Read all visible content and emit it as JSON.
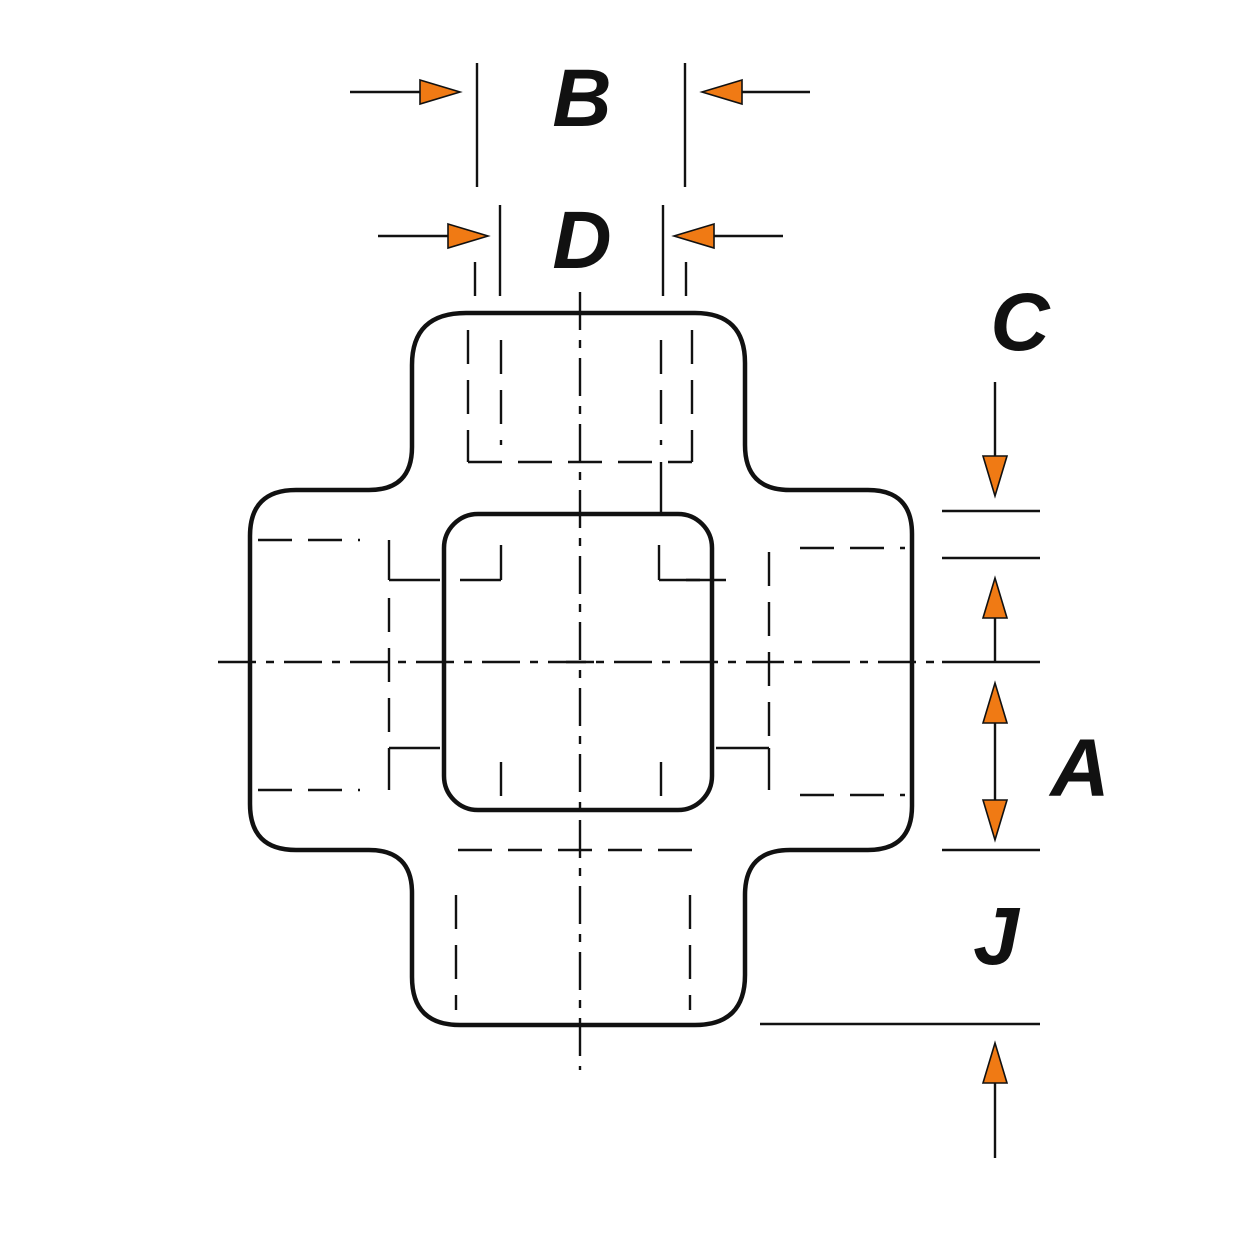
{
  "diagram": {
    "accent_color": "#f07a14",
    "labels": {
      "b": "B",
      "d": "D",
      "c": "C",
      "a": "A",
      "j": "J"
    }
  }
}
